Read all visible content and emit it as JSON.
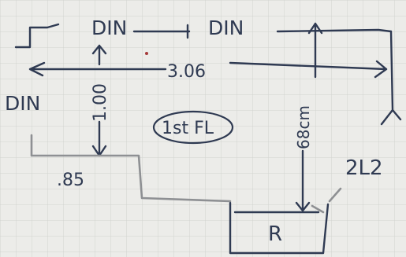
{
  "sketch": {
    "labels": {
      "top_left": "DIN",
      "top_right": "DIN",
      "left": "DIN",
      "length": "3.06",
      "drop": "1.00",
      "bottom": ".85",
      "middle": "68cm",
      "floor": "1st FL",
      "right": "2L2",
      "reservoir": "R"
    }
  }
}
